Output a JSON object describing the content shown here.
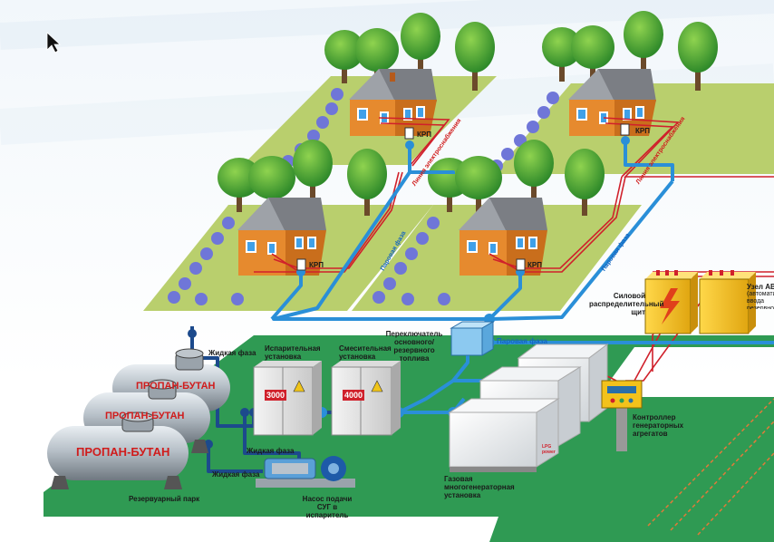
{
  "labels": {
    "krp": "КРП",
    "power_line": "Линия электроснабжения",
    "vapor_phase": "Паровая фаза",
    "liquid_phase": "Жидкая фаза",
    "tank_label": "ПРОПАН-БУТАН",
    "reservoir_park": "Резервуарный парк",
    "evaporator": "Испарительная установка",
    "mixer": "Смесительная установка",
    "evaporator_badge": "3000",
    "mixer_badge": "4000",
    "switch": "Переключатель основного/резервного топлива",
    "pump": "Насос подачи СУГ в испаритель",
    "generator": "Газовая многогенераторная установка",
    "generator_brand": "LPG power",
    "controller": "Контроллер генераторных агрегатов",
    "power_shield": "Силовой распределительный щит",
    "avr_title": "Узел АВР",
    "avr_desc": "(автоматического ввода резервного электропитания)"
  },
  "colors": {
    "ground": "#b9cf6d",
    "site": "#2f9a53",
    "house_wall": "#e68a2e",
    "roof": "#7b7e84",
    "pipe": "#2a8fd8",
    "pipe_dark": "#1c4a8c",
    "power_line": "#d0202b",
    "cabinet": "#eeeeee",
    "shield": "#f5c21b"
  }
}
